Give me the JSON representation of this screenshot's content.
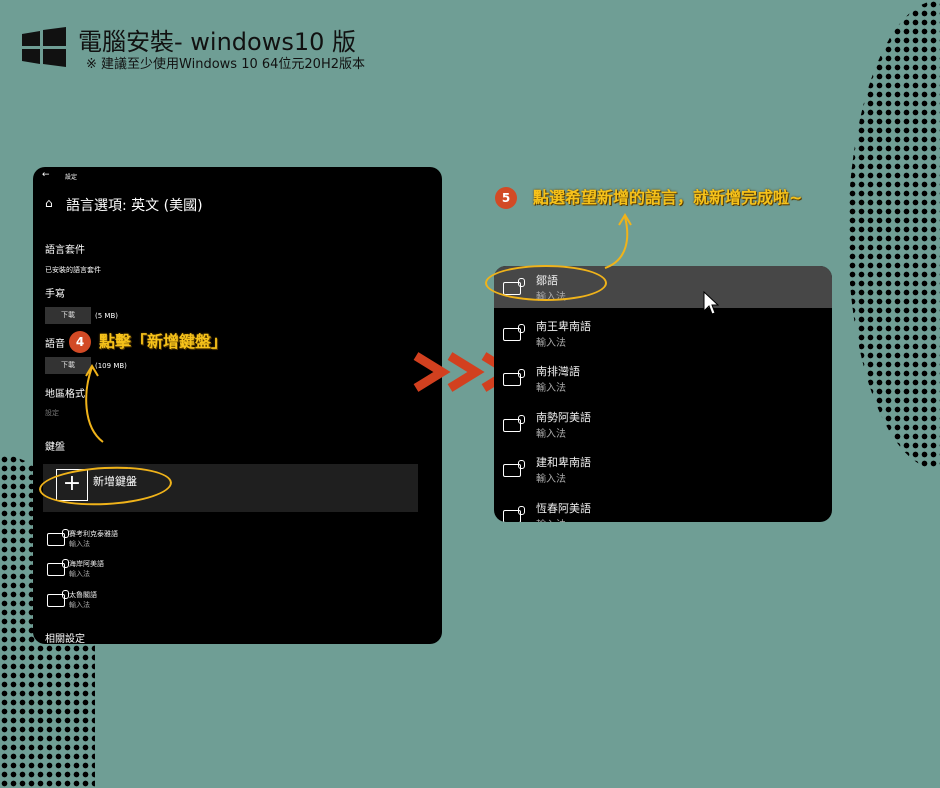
{
  "header": {
    "title": "電腦安裝- windows10 版",
    "subtitle": "※ 建議至少使用Windows 10 64位元20H2版本"
  },
  "settings": {
    "app_title": "設定",
    "page_title": "語言選項: 英文 (美國)",
    "language_pack": "語言套件",
    "installed_pack": "已安裝的語言套件",
    "handwriting": "手寫",
    "download": "下載",
    "handwriting_size": "(5 MB)",
    "speech": "語音",
    "speech_size": "(109 MB)",
    "region_format": "地區格式",
    "region_setting": "設定",
    "keyboard": "鍵盤",
    "add_keyboard": "新增鍵盤",
    "keyboards": [
      {
        "name": "賽考利克泰雅語",
        "sub": "輸入法"
      },
      {
        "name": "海岸阿美語",
        "sub": "輸入法"
      },
      {
        "name": "太魯閣語",
        "sub": "輸入法"
      }
    ],
    "related": "相關設定"
  },
  "picker": {
    "items": [
      {
        "name": "鄒語",
        "sub": "輸入法"
      },
      {
        "name": "南王卑南語",
        "sub": "輸入法"
      },
      {
        "name": "南排灣語",
        "sub": "輸入法"
      },
      {
        "name": "南勢阿美語",
        "sub": "輸入法"
      },
      {
        "name": "建和卑南語",
        "sub": "輸入法"
      },
      {
        "name": "恆春阿美語",
        "sub": "輸入法"
      }
    ]
  },
  "steps": {
    "step4_num": "4",
    "step4": "點擊「新增鍵盤」",
    "step5_num": "5",
    "step5": "點選希望新增的語言，就新增完成啦~"
  },
  "colors": {
    "bg": "#6f9e95",
    "accent": "#f6c21a",
    "badge": "#d24a25",
    "arrow": "#d2401f"
  }
}
